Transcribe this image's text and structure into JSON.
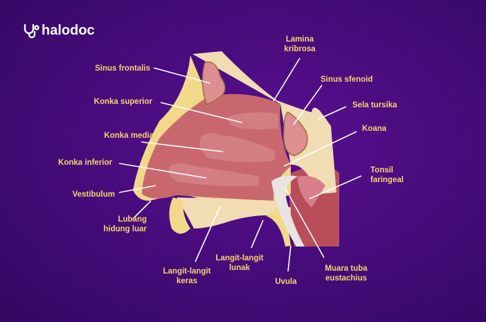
{
  "brand": {
    "name": "halodoc",
    "icon": "stethoscope-icon"
  },
  "colors": {
    "background": "#4a0c80",
    "label": "#f7d36b",
    "leader_line": "#ffffff",
    "mucosa": "#c8686e",
    "bone": "#f1dcb4"
  },
  "labels": {
    "sinus_frontalis": [
      "Sinus frontalis"
    ],
    "konka_superior": [
      "Konka superior"
    ],
    "konka_media": [
      "Konka media"
    ],
    "konka_inferior": [
      "Konka inferior"
    ],
    "vestibulum": [
      "Vestibulum"
    ],
    "lubang_hidung_luar": [
      "Lubang",
      "hidung luar"
    ],
    "langit_langit_keras": [
      "Langit-langit",
      "keras"
    ],
    "langit_langit_lunak": [
      "Langit-langit",
      "lunak"
    ],
    "uvula": [
      "Uvula"
    ],
    "muara_tuba_eustachius": [
      "Muara tuba",
      "eustachius"
    ],
    "tonsil_faringeal": [
      "Tonsil",
      "faringeal"
    ],
    "koana": [
      "Koana"
    ],
    "sela_tursika": [
      "Sela tursika"
    ],
    "sinus_sfenoid": [
      "Sinus sfenoid"
    ],
    "lamina_kribrosa": [
      "Lamina",
      "kribrosa"
    ]
  }
}
